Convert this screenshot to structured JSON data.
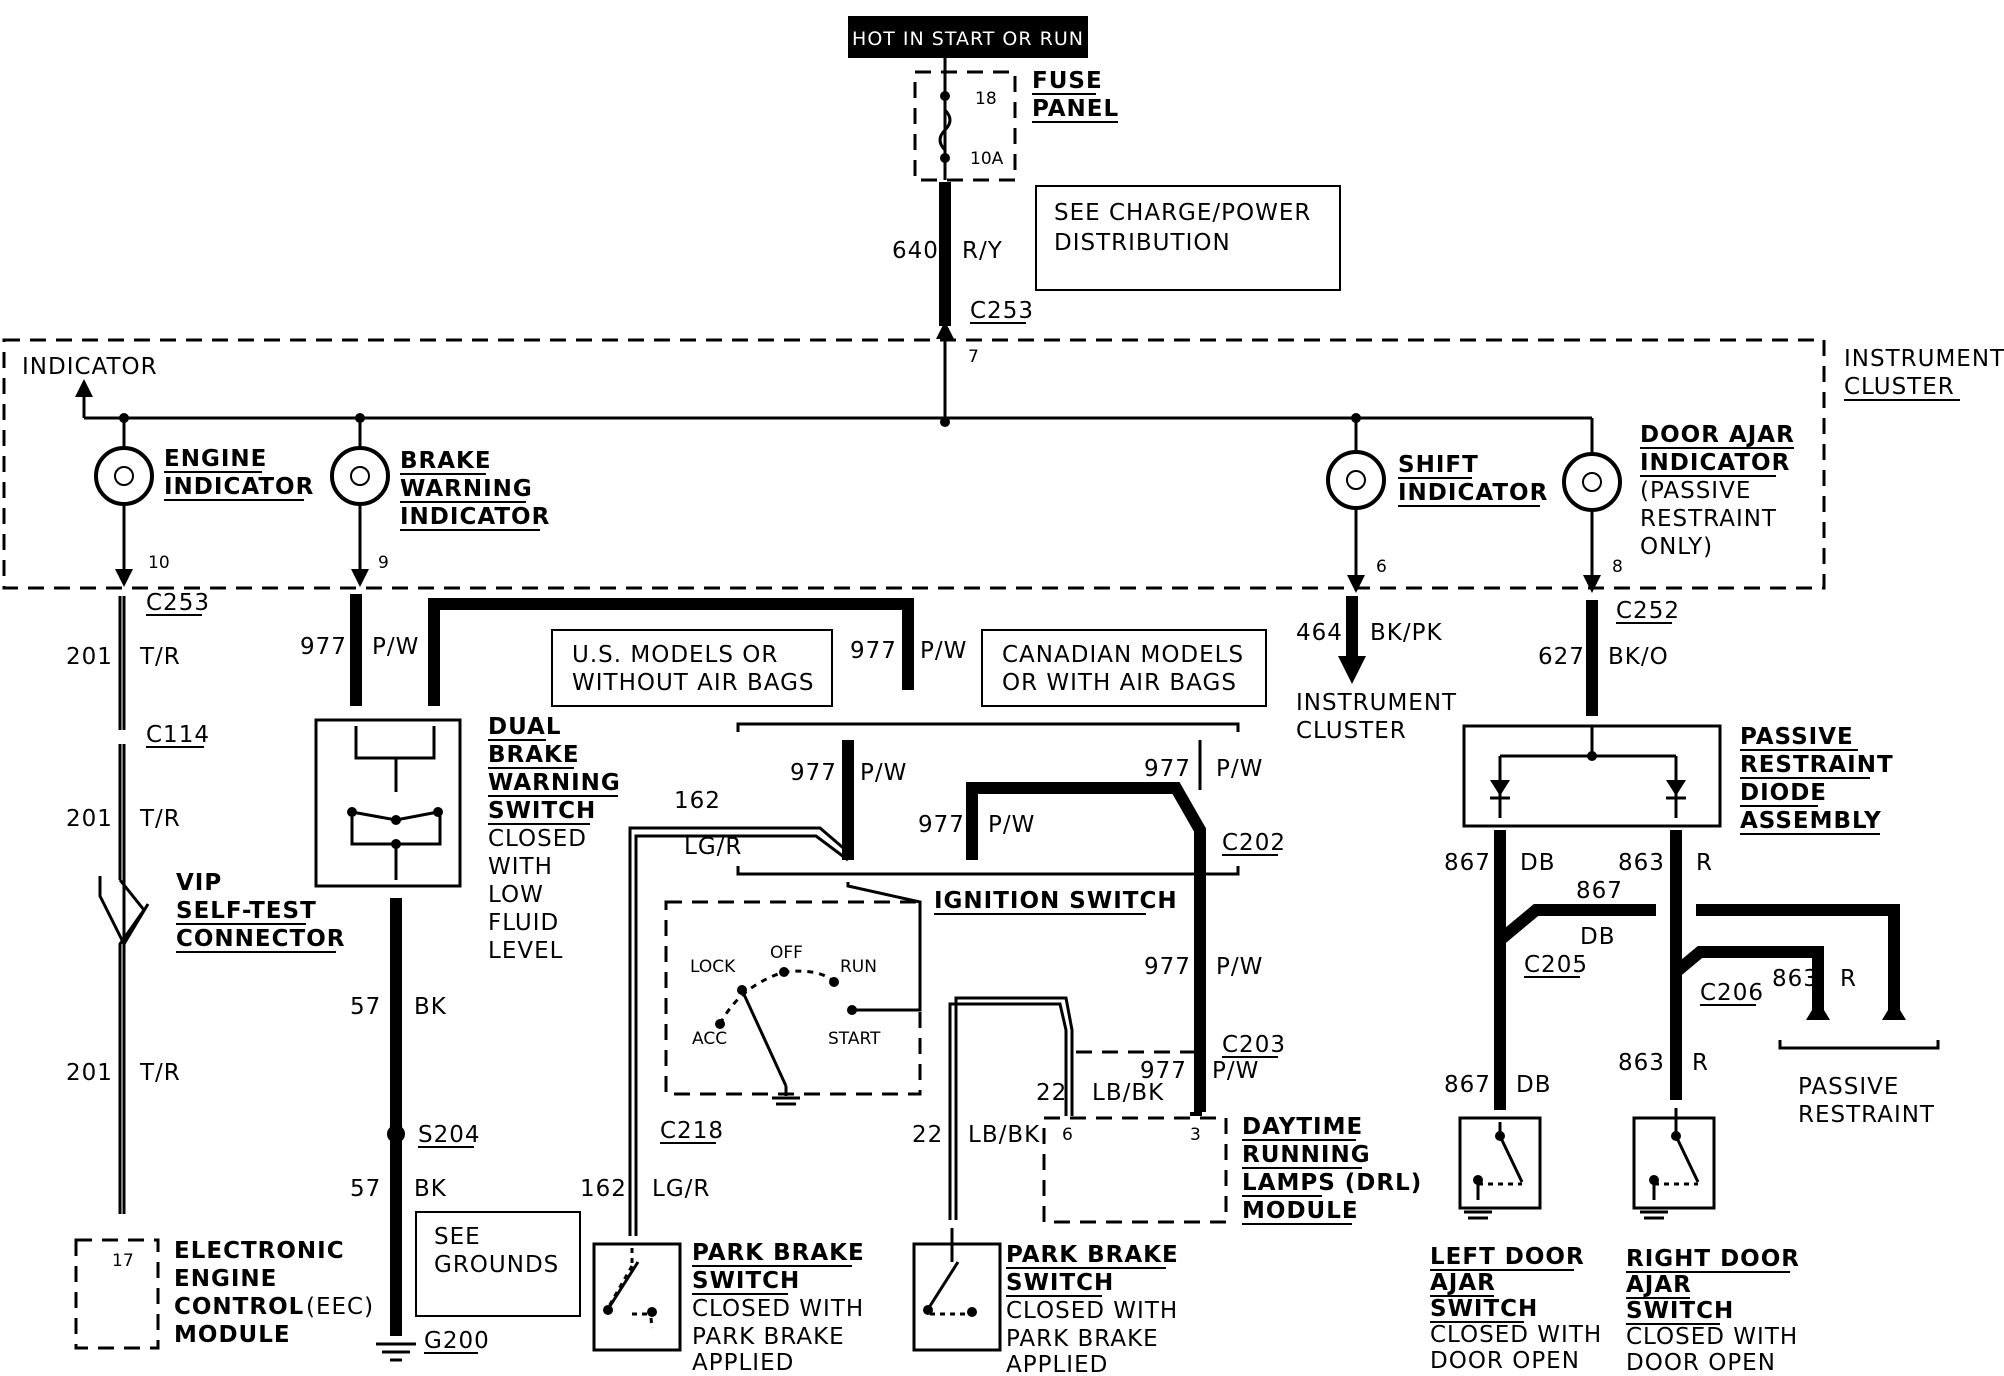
{
  "header": {
    "hot_label": "HOT IN START OR RUN"
  },
  "fuse": {
    "title_1": "FUSE",
    "title_2": "PANEL",
    "number": "18",
    "rating": "10A"
  },
  "see_charge": {
    "line1": "SEE CHARGE/POWER",
    "line2": "DISTRIBUTION"
  },
  "feed_wire": {
    "circuit": "640",
    "color": "R/Y",
    "connector": "C253",
    "pin": "7"
  },
  "cluster": {
    "title_1": "INSTRUMENT",
    "title_2": "CLUSTER",
    "indicator_label": "INDICATOR"
  },
  "engine_ind": {
    "line1": "ENGINE",
    "line2": "INDICATOR",
    "pin": "10"
  },
  "brake_ind": {
    "line1": "BRAKE",
    "line2": "WARNING",
    "line3": "INDICATOR",
    "pin": "9"
  },
  "shift_ind": {
    "line1": "SHIFT",
    "line2": "INDICATOR",
    "pin": "6"
  },
  "door_ind": {
    "line1": "DOOR AJAR",
    "line2": "INDICATOR",
    "line3": "(PASSIVE",
    "line4": "RESTRAINT",
    "line5": "ONLY)",
    "pin": "8"
  },
  "engine_path": {
    "connector_top": "C253",
    "circuit_1": "201",
    "color_1": "T/R",
    "connector_mid": "C114",
    "circuit_2": "201",
    "color_2": "T/R",
    "vip_1": "VIP",
    "vip_2": "SELF-TEST",
    "vip_3": "CONNECTOR",
    "circuit_3": "201",
    "color_3": "T/R",
    "eec_pin": "17",
    "eec_1": "ELECTRONIC",
    "eec_2": "ENGINE",
    "eec_3": "CONTROL",
    "eec_4": "(EEC)",
    "eec_5": "MODULE"
  },
  "brake_path": {
    "circuit_1": "977",
    "color_1": "P/W",
    "sw_1": "DUAL",
    "sw_2": "BRAKE",
    "sw_3": "WARNING",
    "sw_4": "SWITCH",
    "sw_5": "CLOSED",
    "sw_6": "WITH",
    "sw_7": "LOW",
    "sw_8": "FLUID",
    "sw_9": "LEVEL",
    "circuit_2": "57",
    "color_2": "BK",
    "splice": "S204",
    "circuit_3": "57",
    "color_3": "BK",
    "ground": "G200",
    "see_grounds_1": "SEE",
    "see_grounds_2": "GROUNDS"
  },
  "us_models": {
    "line1": "U.S. MODELS OR",
    "line2": "WITHOUT AIR BAGS",
    "circuit": "977",
    "color": "P/W"
  },
  "can_models": {
    "line1": "CANADIAN MODELS",
    "line2": "OR WITH AIR BAGS"
  },
  "ignition": {
    "circuit_a": "977",
    "color_a": "P/W",
    "circuit_b": "977",
    "color_b": "P/W",
    "circuit_c": "977",
    "color_c": "P/W",
    "lgr_circuit": "162",
    "lgr_color": "LG/R",
    "title": "IGNITION SWITCH",
    "lock": "LOCK",
    "off": "OFF",
    "run": "RUN",
    "acc": "ACC",
    "start": "START"
  },
  "drl_path": {
    "connector_1": "C202",
    "circuit_1": "977",
    "color_1": "P/W",
    "connector_2": "C203",
    "circuit_2": "977",
    "color_2": "P/W",
    "lb_circuit": "22",
    "lb_color": "LB/BK",
    "pin_a": "6",
    "pin_b": "3",
    "drl_1": "DAYTIME",
    "drl_2": "RUNNING",
    "drl_3": "LAMPS (DRL)",
    "drl_4": "MODULE",
    "lb_circuit_2": "22",
    "lb_color_2": "LB/BK"
  },
  "park_left": {
    "connector": "C218",
    "circuit": "162",
    "color": "LG/R",
    "l1": "PARK BRAKE",
    "l2": "SWITCH",
    "l3": "CLOSED WITH",
    "l4": "PARK BRAKE",
    "l5": "APPLIED"
  },
  "park_right": {
    "l1": "PARK BRAKE",
    "l2": "SWITCH",
    "l3": "CLOSED WITH",
    "l4": "PARK BRAKE",
    "l5": "APPLIED"
  },
  "shift_path": {
    "circuit": "464",
    "color": "BK/PK",
    "dest_1": "INSTRUMENT",
    "dest_2": "CLUSTER"
  },
  "door_path": {
    "connector": "C252",
    "circuit": "627",
    "color": "BK/O",
    "diode_1": "PASSIVE",
    "diode_2": "RESTRAINT",
    "diode_3": "DIODE",
    "diode_4": "ASSEMBLY",
    "l_circuit": "867",
    "l_color": "DB",
    "l_circuit_b": "867",
    "l_color_b": "DB",
    "r_circuit": "863",
    "r_color": "R",
    "r_circuit_b": "863",
    "r_color_b": "R",
    "c205": "C205",
    "c206": "C206",
    "l_circuit_c": "867",
    "l_color_c": "DB",
    "r_circuit_c": "863",
    "r_color_c": "R",
    "pr_1": "PASSIVE",
    "pr_2": "RESTRAINT",
    "lds_1": "LEFT DOOR",
    "lds_2": "AJAR",
    "lds_3": "SWITCH",
    "lds_4": "CLOSED WITH",
    "lds_5": "DOOR OPEN",
    "rds_1": "RIGHT DOOR",
    "rds_2": "AJAR",
    "rds_3": "SWITCH",
    "rds_4": "CLOSED WITH",
    "rds_5": "DOOR OPEN"
  }
}
